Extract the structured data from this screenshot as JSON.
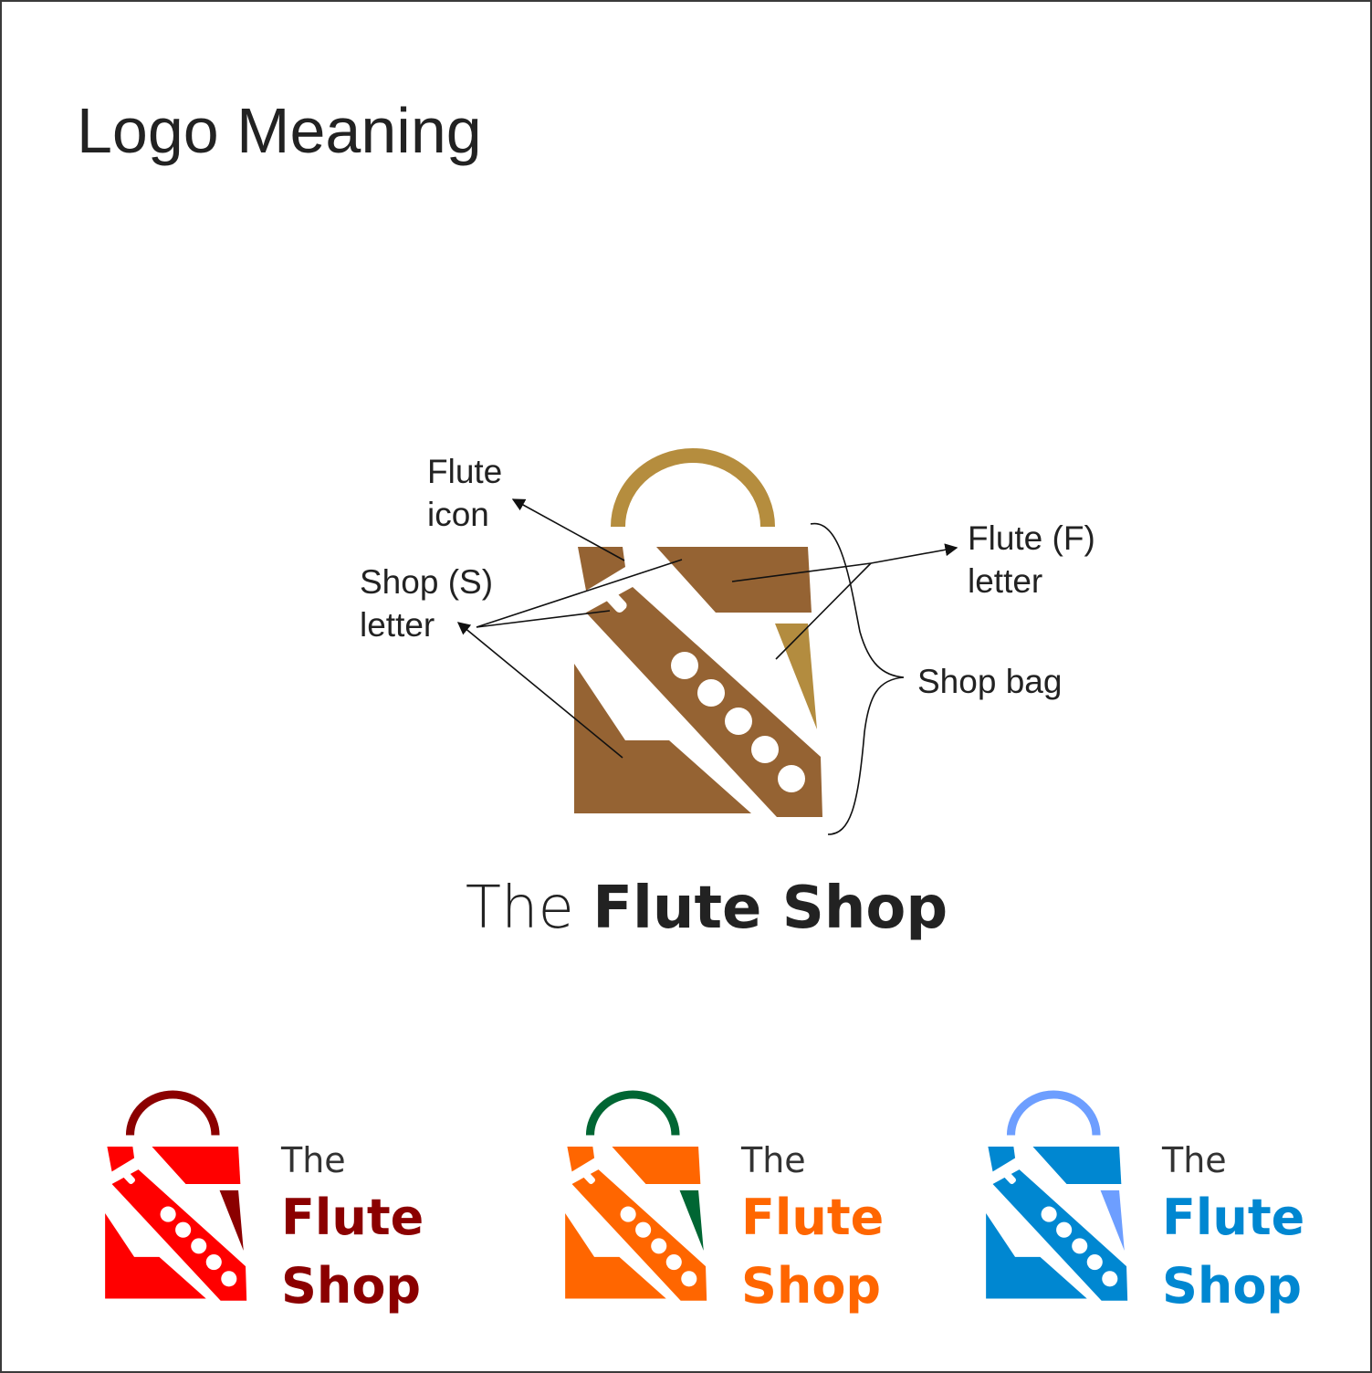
{
  "title": "Logo Meaning",
  "annotations": {
    "flute_icon": [
      "Flute",
      "icon"
    ],
    "shop_letter": [
      "Shop (S)",
      "letter"
    ],
    "flute_letter": [
      "Flute (F)",
      "letter"
    ],
    "shop_bag": "Shop bag"
  },
  "wordmark": {
    "light": "The",
    "bold": "Flute Shop"
  },
  "main_colors": {
    "handle": "#b58d3e",
    "body": "#956333",
    "accent": "#b38c3f",
    "holes": "#ffffff"
  },
  "variants": [
    {
      "name": "red",
      "the": "The",
      "line1": "Flute",
      "line2": "Shop",
      "handle": "#8b0000",
      "body": "#ff0000",
      "accent": "#8b0000",
      "text": "#8b0000"
    },
    {
      "name": "orange",
      "the": "The",
      "line1": "Flute",
      "line2": "Shop",
      "handle": "#006633",
      "body": "#ff6600",
      "accent": "#006633",
      "text": "#ff6600"
    },
    {
      "name": "blue",
      "the": "The",
      "line1": "Flute",
      "line2": "Shop",
      "handle": "#6d9eff",
      "body": "#0087d1",
      "accent": "#6d9eff",
      "text": "#0087d1"
    }
  ]
}
